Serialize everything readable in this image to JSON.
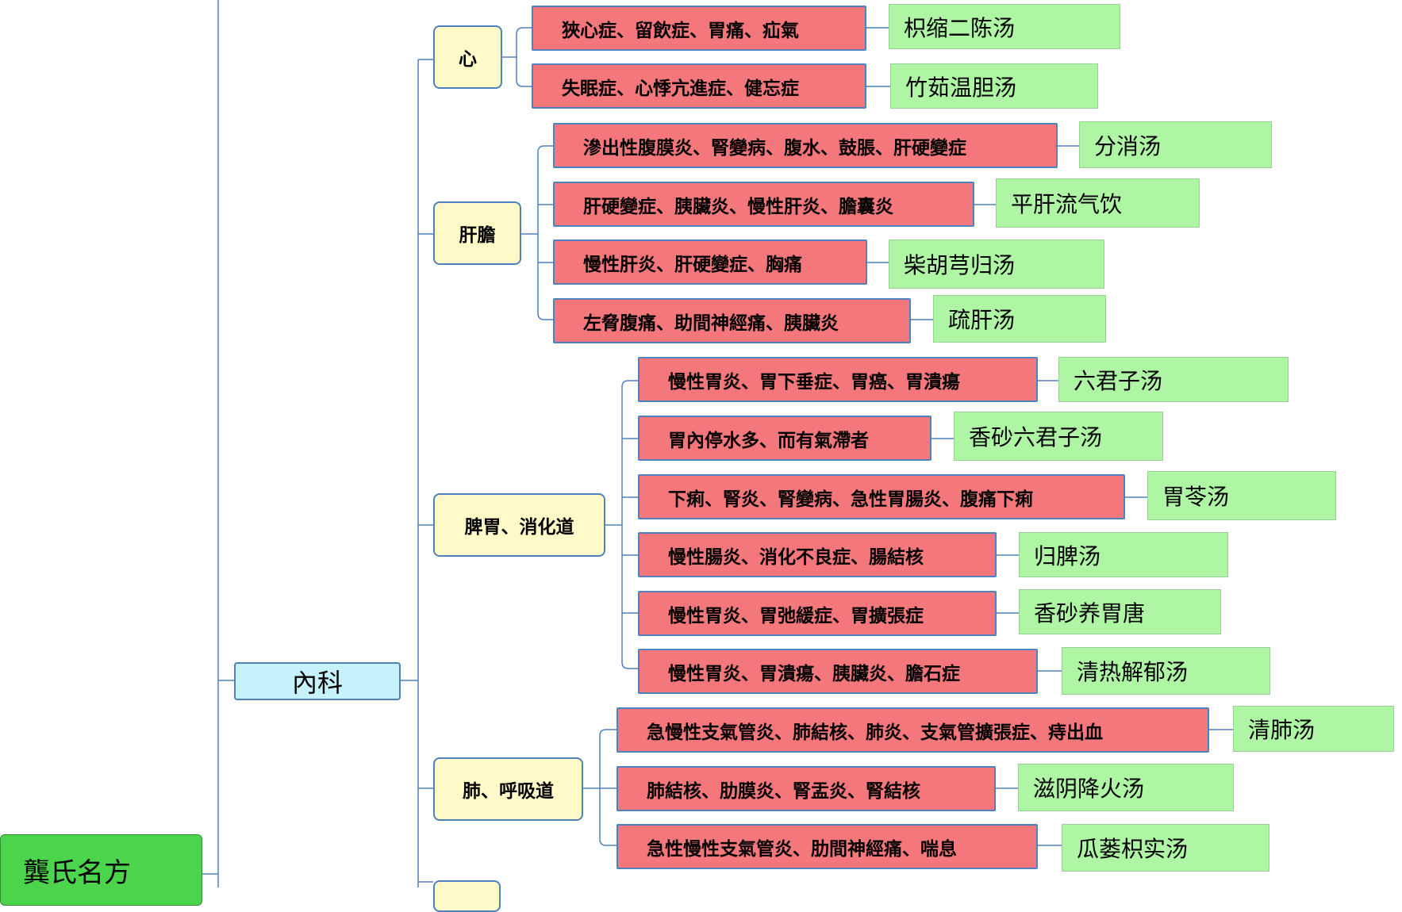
{
  "root": {
    "label": "龔氏名方"
  },
  "department": {
    "label": "內科"
  },
  "categories": [
    {
      "label": "心",
      "items": [
        {
          "condition": "狹心症、留飲症、胃痛、疝氣",
          "formula": "枳缩二陈汤"
        },
        {
          "condition": "失眠症、心悸亢進症、健忘症",
          "formula": "竹茹温胆汤"
        }
      ]
    },
    {
      "label": "肝膽",
      "items": [
        {
          "condition": "滲出性腹膜炎、腎變病、腹水、鼓脹、肝硬變症",
          "formula": "分消汤"
        },
        {
          "condition": "肝硬變症、胰臟炎、慢性肝炎、膽囊炎",
          "formula": "平肝流气饮"
        },
        {
          "condition": "慢性肝炎、肝硬變症、胸痛",
          "formula": "柴胡芎归汤"
        },
        {
          "condition": "左脅腹痛、助間神經痛、胰臟炎",
          "formula": "疏肝汤"
        }
      ]
    },
    {
      "label": "脾胃、消化道",
      "items": [
        {
          "condition": "慢性胃炎、胃下垂症、胃癌、胃潰瘍",
          "formula": "六君子汤"
        },
        {
          "condition": "胃內停水多、而有氣滯者",
          "formula": "香砂六君子汤"
        },
        {
          "condition": "下痢、腎炎、腎變病、急性胃腸炎、腹痛下痢",
          "formula": "胃苓汤"
        },
        {
          "condition": "慢性腸炎、消化不良症、腸結核",
          "formula": "归脾汤"
        },
        {
          "condition": "慢性胃炎、胃弛緩症、胃擴張症",
          "formula": "香砂养胃唐"
        },
        {
          "condition": "慢性胃炎、胃潰瘍、胰臟炎、膽石症",
          "formula": "清热解郁汤"
        }
      ]
    },
    {
      "label": "肺、呼吸道",
      "items": [
        {
          "condition": "急慢性支氣管炎、肺結核、肺炎、支氣管擴張症、痔出血",
          "formula": "清肺汤"
        },
        {
          "condition": "肺結核、肋膜炎、腎盂炎、腎結核",
          "formula": "滋阴降火汤"
        },
        {
          "condition": "急性慢性支氣管炎、肋間神經痛、喘息",
          "formula": "瓜蒌枳实汤"
        }
      ]
    }
  ]
}
